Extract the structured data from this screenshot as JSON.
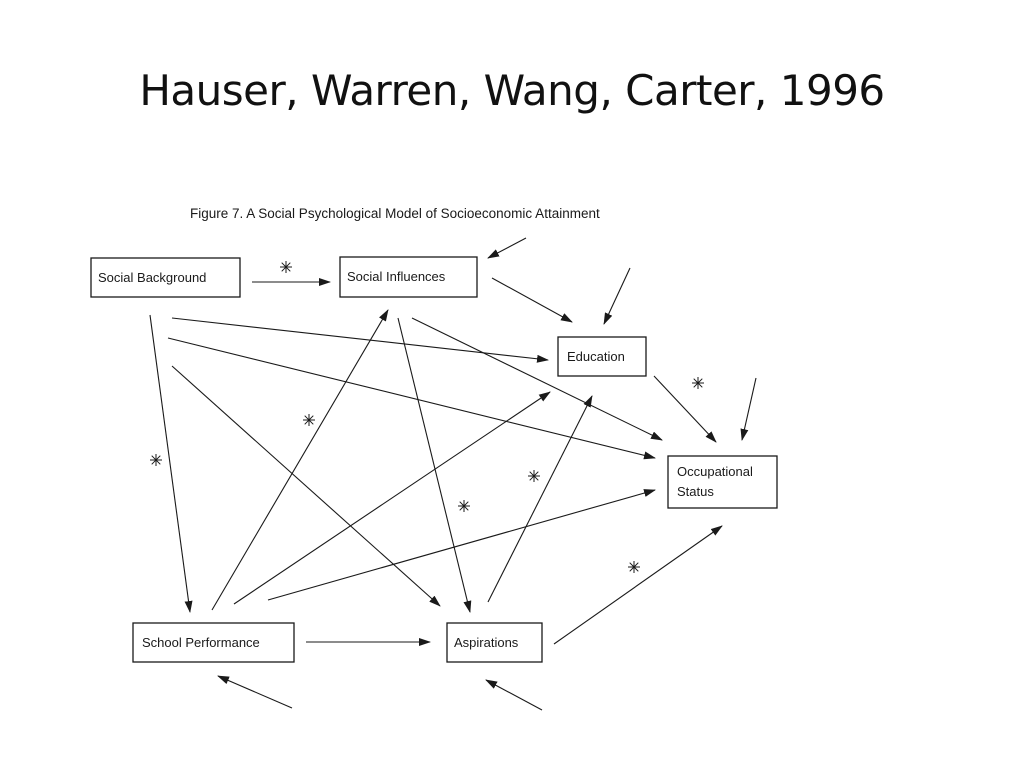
{
  "slide": {
    "title": "Hauser, Warren, Wang, Carter, 1996"
  },
  "figure": {
    "caption": "Figure 7.  A Social Psychological Model of Socioeconomic Attainment",
    "nodes": {
      "social_background": {
        "label": "Social Background"
      },
      "social_influences": {
        "label": "Social Influences"
      },
      "education": {
        "label": "Education"
      },
      "occupational_status": {
        "label_line1": "Occupational",
        "label_line2": "Status"
      },
      "school_performance": {
        "label": "School Performance"
      },
      "aspirations": {
        "label": "Aspirations"
      }
    },
    "edges": [
      {
        "from": "social_background",
        "to": "social_influences",
        "significant": true
      },
      {
        "from": "social_background",
        "to": "education",
        "significant": false
      },
      {
        "from": "social_background",
        "to": "occupational_status",
        "significant": false
      },
      {
        "from": "social_background",
        "to": "school_performance",
        "significant": true
      },
      {
        "from": "social_background",
        "to": "aspirations",
        "significant": false
      },
      {
        "from": "social_influences",
        "to": "education",
        "significant": false
      },
      {
        "from": "social_influences",
        "to": "occupational_status",
        "significant": false
      },
      {
        "from": "social_influences",
        "to": "aspirations",
        "significant": true
      },
      {
        "from": "school_performance",
        "to": "social_influences",
        "significant": true
      },
      {
        "from": "school_performance",
        "to": "education",
        "significant": false
      },
      {
        "from": "school_performance",
        "to": "occupational_status",
        "significant": false
      },
      {
        "from": "school_performance",
        "to": "aspirations",
        "significant": false
      },
      {
        "from": "aspirations",
        "to": "education",
        "significant": true
      },
      {
        "from": "aspirations",
        "to": "occupational_status",
        "significant": true
      },
      {
        "from": "education",
        "to": "occupational_status",
        "significant": true
      }
    ],
    "disturbance_arrows": [
      {
        "to": "social_influences"
      },
      {
        "to": "education"
      },
      {
        "to": "occupational_status"
      },
      {
        "to": "school_performance"
      },
      {
        "to": "aspirations"
      }
    ],
    "significance_marker": "✳"
  }
}
